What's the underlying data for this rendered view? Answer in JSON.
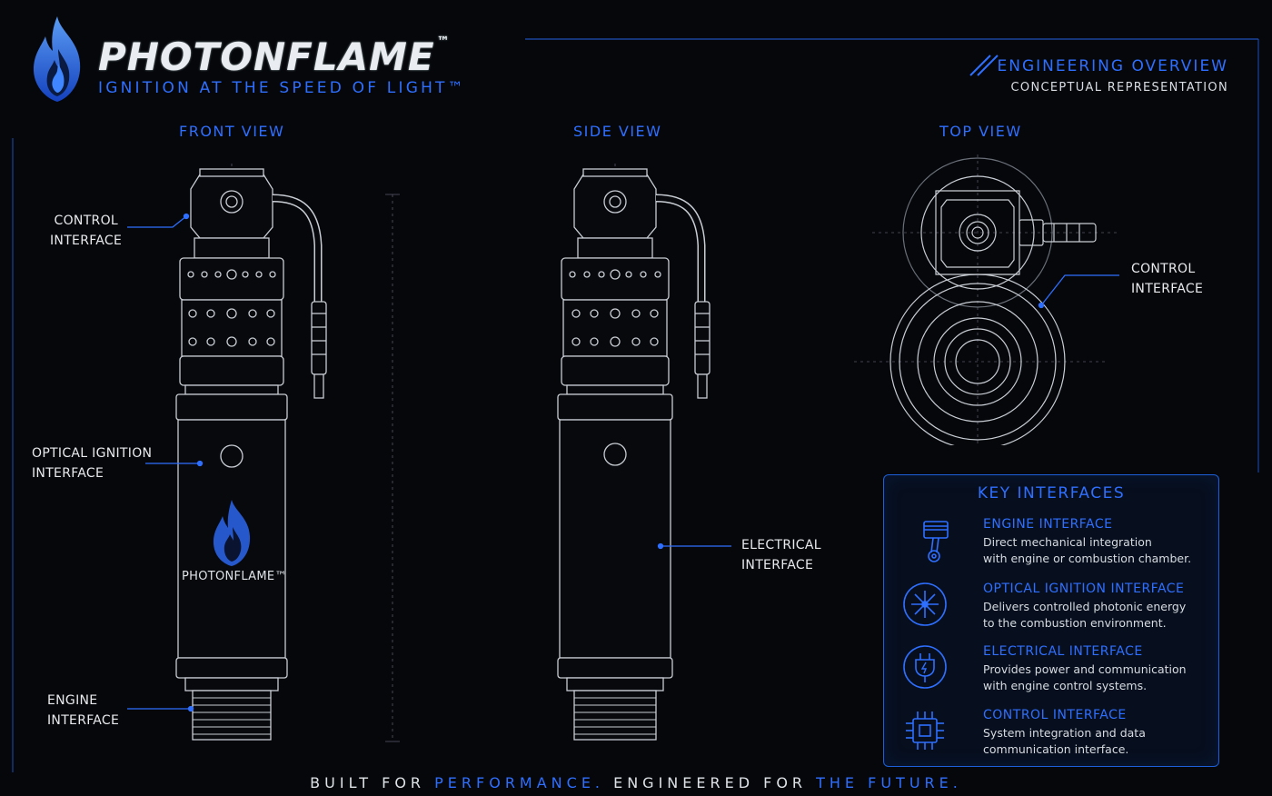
{
  "brand": {
    "name": "PHOTONFLAME",
    "trademark": "™",
    "tagline": "IGNITION AT THE SPEED OF LIGHT™",
    "device_logo_text": "PHOTONFLAME™",
    "colors": {
      "accent": "#2f6fff",
      "background": "#05070b",
      "line": "#c8ccd4"
    }
  },
  "overview": {
    "title": "ENGINEERING OVERVIEW",
    "subtitle": "CONCEPTUAL REPRESENTATION"
  },
  "views": {
    "front": "FRONT VIEW",
    "side": "SIDE VIEW",
    "top": "TOP VIEW"
  },
  "callouts": {
    "front_control": [
      "CONTROL",
      "INTERFACE"
    ],
    "front_optical": [
      "OPTICAL IGNITION",
      "INTERFACE"
    ],
    "front_engine": [
      "ENGINE",
      "INTERFACE"
    ],
    "side_electrical": [
      "ELECTRICAL",
      "INTERFACE"
    ],
    "top_control": [
      "CONTROL",
      "INTERFACE"
    ]
  },
  "key_interfaces": {
    "title": "KEY INTERFACES",
    "items": [
      {
        "icon": "piston-icon",
        "name": "ENGINE INTERFACE",
        "desc": [
          "Direct mechanical integration",
          "with engine or combustion chamber."
        ]
      },
      {
        "icon": "light-burst-icon",
        "name": "OPTICAL IGNITION INTERFACE",
        "desc": [
          "Delivers controlled photonic energy",
          "to the combustion environment."
        ]
      },
      {
        "icon": "plug-icon",
        "name": "ELECTRICAL INTERFACE",
        "desc": [
          "Provides power and communication",
          "with engine control systems."
        ]
      },
      {
        "icon": "chip-icon",
        "name": "CONTROL INTERFACE",
        "desc": [
          "System integration and data",
          "communication interface."
        ]
      }
    ]
  },
  "footer": {
    "part1": "BUILT FOR ",
    "part2": "PERFORMANCE.",
    "part3": " ENGINEERED FOR ",
    "part4": "THE FUTURE."
  }
}
